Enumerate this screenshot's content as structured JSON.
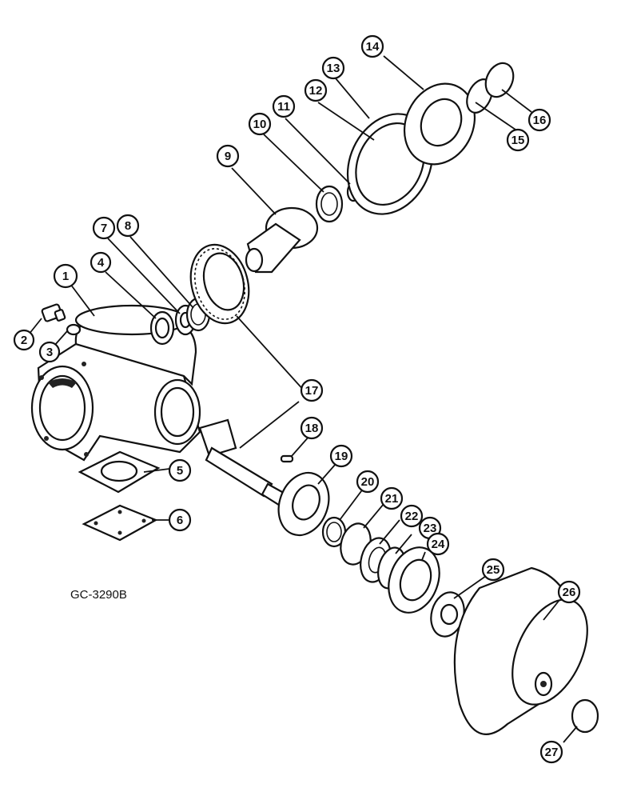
{
  "drawing_code": "GC-3290B",
  "callouts": [
    "1",
    "2",
    "3",
    "4",
    "5",
    "6",
    "7",
    "8",
    "9",
    "10",
    "11",
    "12",
    "13",
    "14",
    "15",
    "16",
    "17",
    "18",
    "19",
    "20",
    "21",
    "22",
    "23",
    "24",
    "25",
    "26",
    "27"
  ]
}
